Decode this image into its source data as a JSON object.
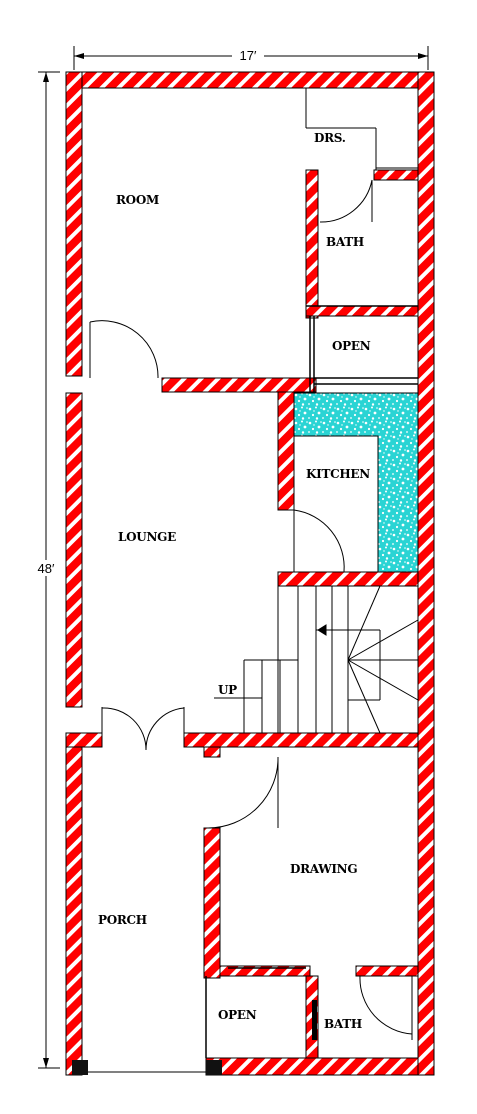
{
  "dimensions": {
    "width_label": "17′",
    "length_label": "48′"
  },
  "rooms": {
    "room": "ROOM",
    "drs": "DRS.",
    "bath_top": "BATH",
    "open_top": "OPEN",
    "kitchen": "KITCHEN",
    "lounge": "LOUNGE",
    "up": "UP",
    "drawing": "DRAWING",
    "porch": "PORCH",
    "open_bottom": "OPEN",
    "bath_bottom": "BATH"
  },
  "colors": {
    "wall": "#ff0000",
    "wall_hatch": "#ffffff",
    "counter": "#2ad4d4"
  }
}
